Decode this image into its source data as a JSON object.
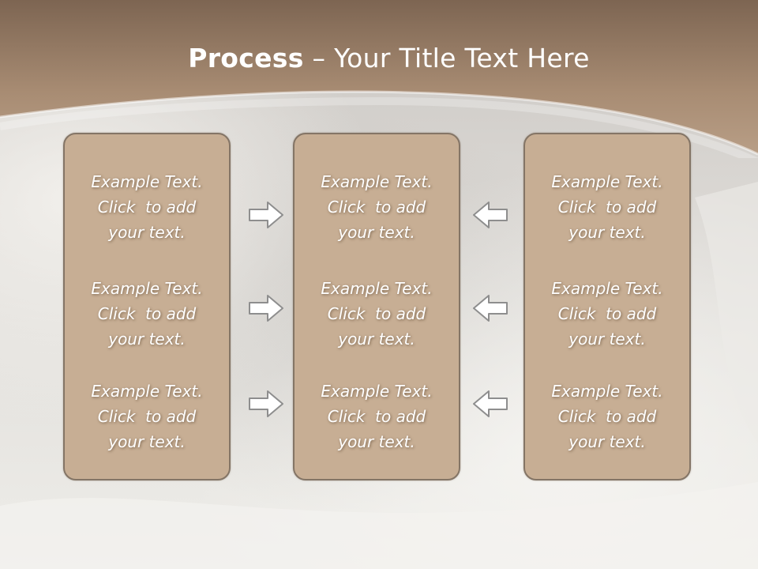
{
  "title": {
    "bold": "Process",
    "dash": " – ",
    "rest": "Your Title Text Here"
  },
  "colors": {
    "header_brown": "#9a7f66",
    "panel_fill": "#c7ae94",
    "panel_border": "#847566",
    "text": "#ffffff"
  },
  "columns": [
    {
      "items": [
        {
          "l1": "Example Text.",
          "l2": "Click  to add",
          "l3": "your text."
        },
        {
          "l1": "Example Text.",
          "l2": "Click  to add",
          "l3": "your text."
        },
        {
          "l1": "Example Text.",
          "l2": "Click  to add",
          "l3": "your text."
        }
      ]
    },
    {
      "items": [
        {
          "l1": "Example Text.",
          "l2": "Click  to add",
          "l3": "your text."
        },
        {
          "l1": "Example Text.",
          "l2": "Click  to add",
          "l3": "your text."
        },
        {
          "l1": "Example Text.",
          "l2": "Click  to add",
          "l3": "your text."
        }
      ]
    },
    {
      "items": [
        {
          "l1": "Example Text.",
          "l2": "Click  to add",
          "l3": "your text."
        },
        {
          "l1": "Example Text.",
          "l2": "Click  to add",
          "l3": "your text."
        },
        {
          "l1": "Example Text.",
          "l2": "Click  to add",
          "l3": "your text."
        }
      ]
    }
  ],
  "arrows": {
    "left_group": [
      "right-arrow-icon",
      "right-arrow-icon",
      "right-arrow-icon"
    ],
    "right_group": [
      "left-arrow-icon",
      "left-arrow-icon",
      "left-arrow-icon"
    ]
  }
}
